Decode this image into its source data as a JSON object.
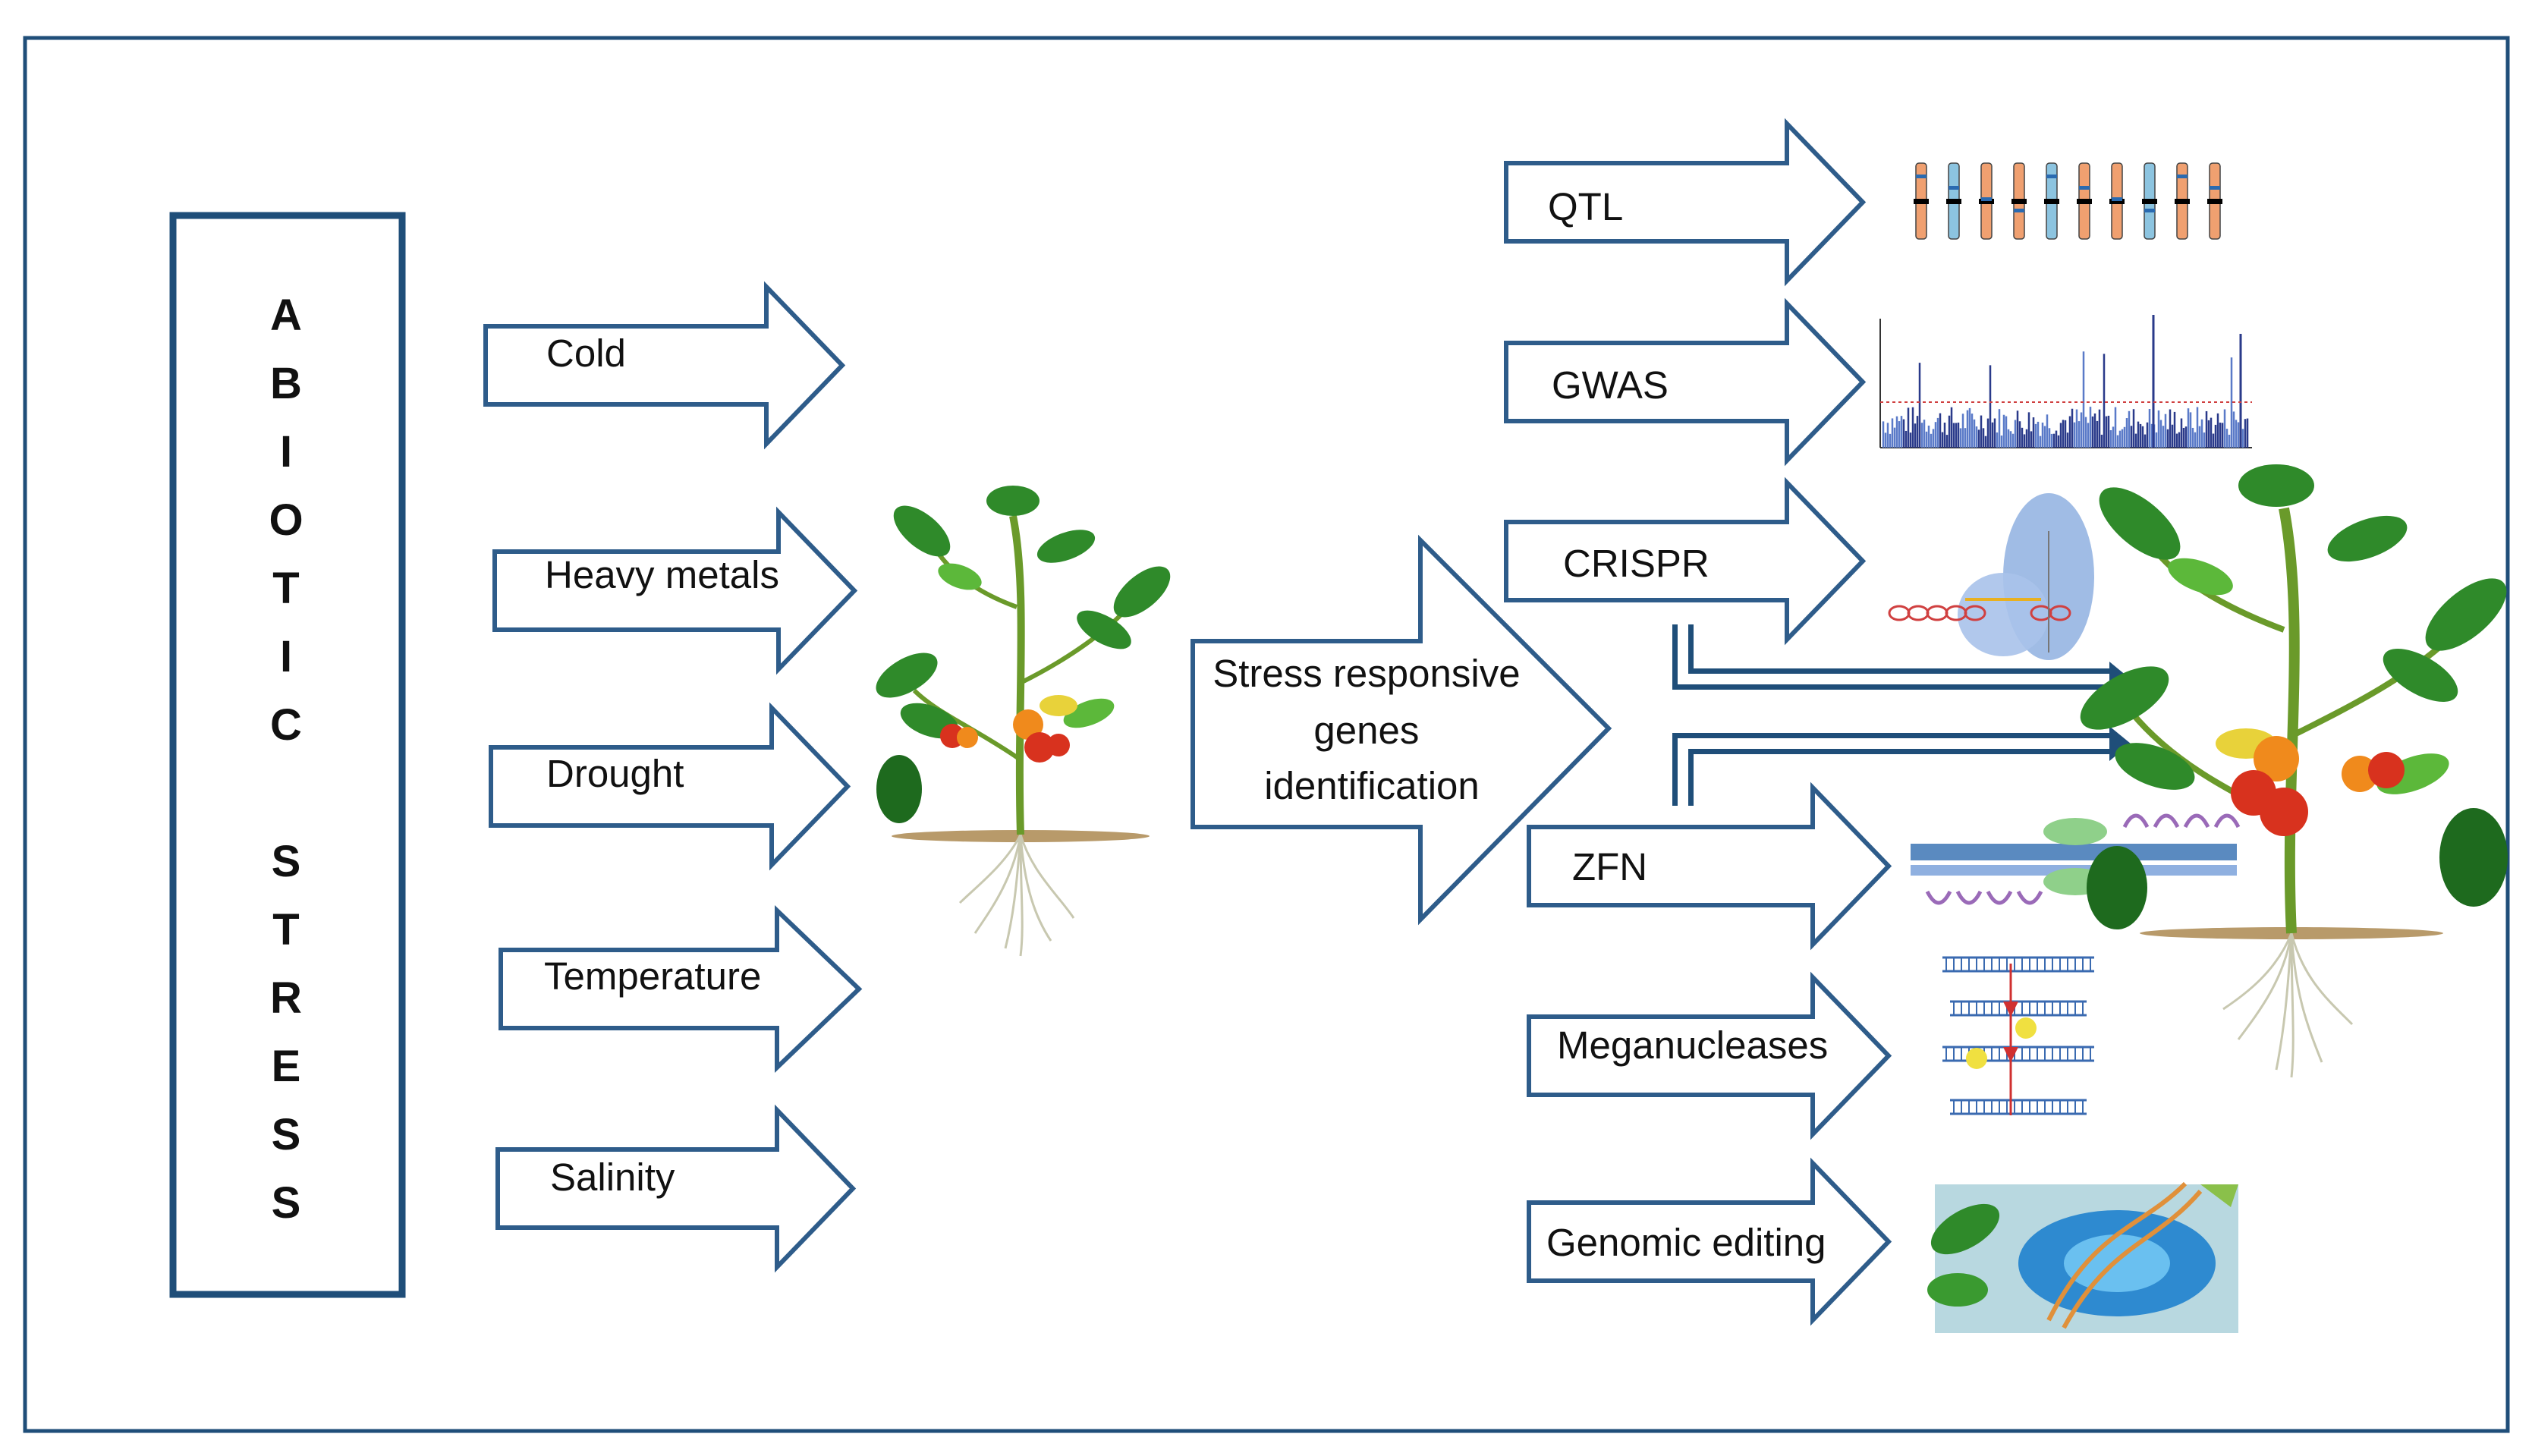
{
  "title_vertical": [
    "A",
    "B",
    "I",
    "O",
    "T",
    "I",
    "C",
    "",
    "S",
    "T",
    "R",
    "E",
    "S",
    "S"
  ],
  "stress_factors": [
    "Cold",
    "Heavy metals",
    "Drought",
    "Temperature",
    "Salinity"
  ],
  "center": {
    "lines": [
      "Stress responsive",
      "genes",
      "identification"
    ]
  },
  "techniques": [
    "QTL",
    "GWAS",
    "CRISPR",
    "ZFN",
    "Meganucleases",
    "Genomic editing"
  ],
  "colors": {
    "border": "#1f4e79",
    "arrow_stroke": "#2e5c8a",
    "stem": "#6a9a2a",
    "leaf": "#2f8a2a",
    "leaf_light": "#5cb83a",
    "tomato_red": "#d8321e",
    "tomato_orange": "#f08a1c",
    "tomato_yellow": "#e8d23a",
    "soil": "#b89a6a"
  },
  "icons": [
    "plant-icon",
    "chromosome-map-icon",
    "manhattan-plot-icon",
    "crispr-complex-icon",
    "zfn-dna-icon",
    "meganuclease-dna-icon",
    "genome-edit-icon",
    "improved-plant-icon"
  ]
}
